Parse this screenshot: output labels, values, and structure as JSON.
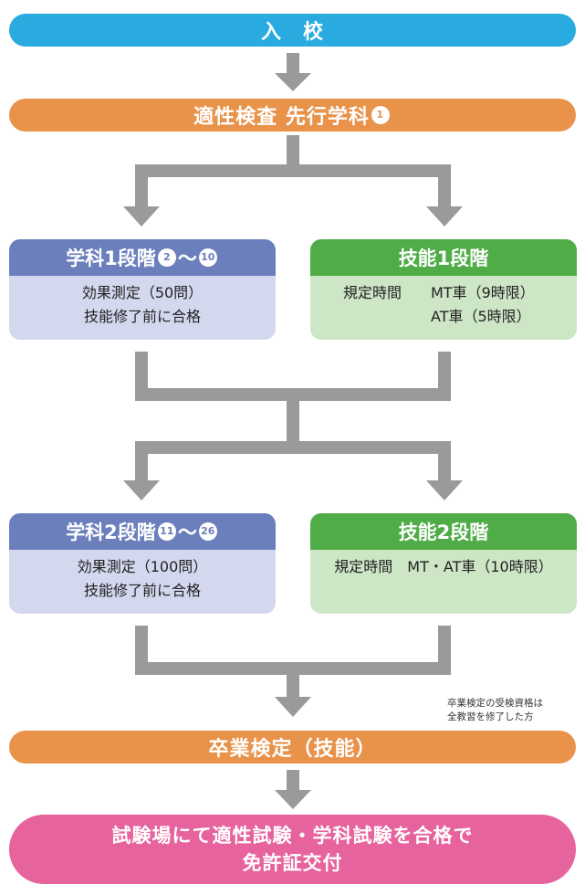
{
  "enroll": "入　校",
  "aptitude": {
    "text": "適性検査 先行学科",
    "num": "1"
  },
  "gakka1": {
    "title": "学科1段階",
    "num_start": "2",
    "tilde": "〜",
    "num_end": "10",
    "lines": [
      "効果測定（50問）",
      "技能修了前に合格"
    ]
  },
  "gino1": {
    "title": "技能1段階",
    "label": "規定時間",
    "mt": "MT車（9時限）",
    "at": "AT車（5時限）"
  },
  "gakka2": {
    "title": "学科2段階",
    "num_start": "11",
    "tilde": "〜",
    "num_end": "26",
    "lines": [
      "効果測定（100問）",
      "技能修了前に合格"
    ]
  },
  "gino2": {
    "title": "技能2段階",
    "line": "規定時間　MT・AT車（10時限）"
  },
  "note": [
    "卒業検定の受検資格は",
    "全教習を修了した方"
  ],
  "graduation": "卒業検定（技能）",
  "final": [
    "試験場にて適性試験・学科試験を合格で",
    "免許証交付"
  ],
  "colors": {
    "cyan": "#29abe0",
    "orange": "#e8924a",
    "blue": "#6b7fbd",
    "green": "#4fac46",
    "pink": "#e7639d",
    "arrow": "#9a9a9a"
  }
}
